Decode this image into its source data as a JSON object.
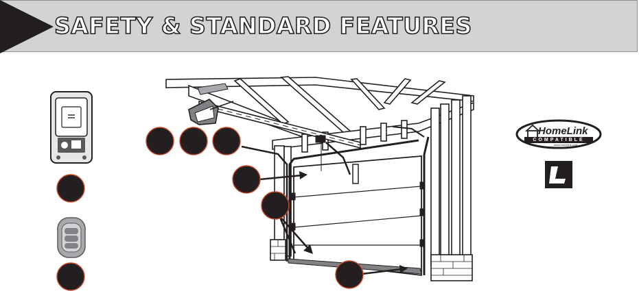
{
  "banner": {
    "title": "SAFETY & STANDARD FEATURES",
    "background": "#d2d3d5",
    "arrow_color": "#231f20"
  },
  "colors": {
    "badge": "#231f20",
    "badge_ring": "#c44a2c",
    "line_art": "#231f20"
  },
  "homelink": {
    "wordmark": "HomeLink",
    "compatible": "COMPATIBLE",
    "url": "www.homelink.com"
  },
  "icons": [
    "arrow-icon",
    "wall-control-icon",
    "remote-icon",
    "opener-icon",
    "garage-door-icon",
    "house-icon",
    "liftmaster-logo-icon"
  ]
}
